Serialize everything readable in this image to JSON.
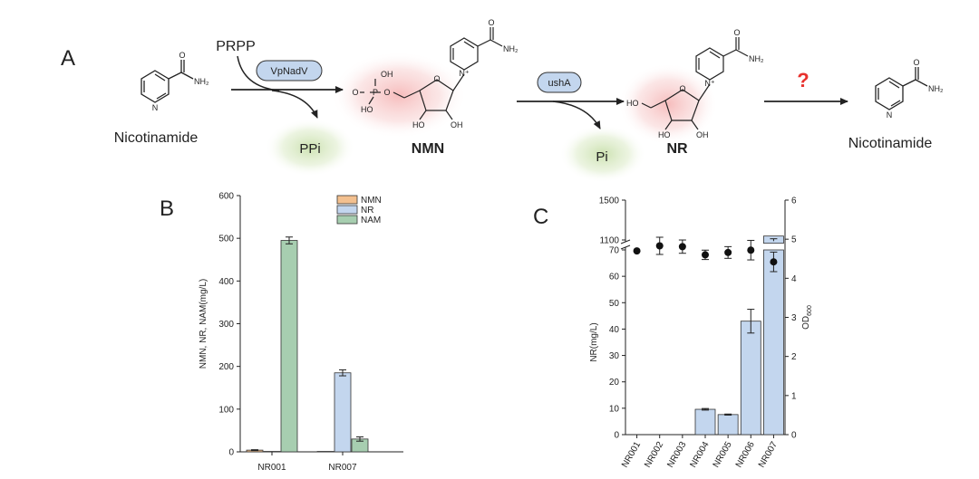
{
  "panel_a": {
    "label": "A",
    "prpp": "PRPP",
    "enzyme1": "VpNadV",
    "enzyme2": "ushA",
    "unknown": "?",
    "nicotinamide": "Nicotinamide",
    "ppi": "PPi",
    "pi": "Pi",
    "nmn": "NMN",
    "nr": "NR",
    "nicotinamide2": "Nicotinamide",
    "atoms": {
      "n": "N",
      "o": "O",
      "oh": "OH",
      "ho": "HO",
      "nh2": "NH₂",
      "nplus": "N⁺",
      "p": "P"
    }
  },
  "colors": {
    "nmn": "#f3c08f",
    "nr": "#c3d6ee",
    "nam": "#a7ceb0",
    "enzyme": "#c3d6ee",
    "question": "#e8322e",
    "glow_red": "#f6b9b9",
    "glow_green": "#cfe3b4"
  },
  "chart_data": [
    {
      "panel": "B",
      "type": "bar",
      "categories": [
        "NR001",
        "NR007"
      ],
      "series": [
        {
          "name": "NMN",
          "values": [
            4,
            1
          ],
          "errors": [
            1,
            0
          ]
        },
        {
          "name": "NR",
          "values": [
            1,
            185
          ],
          "errors": [
            0,
            7
          ]
        },
        {
          "name": "NAM",
          "values": [
            495,
            30
          ],
          "errors": [
            8,
            5
          ]
        }
      ],
      "ylabel": "NMN, NR, NAM(mg/L)",
      "ylim": [
        0,
        600
      ],
      "yticks": [
        "0",
        "100",
        "200",
        "300",
        "400",
        "500",
        "600"
      ],
      "legend": "top-right",
      "grid": false
    },
    {
      "panel": "C",
      "type": "bar",
      "categories": [
        "NR001",
        "NR002",
        "NR003",
        "NR004",
        "NR005",
        "NR006",
        "NR007"
      ],
      "bars": {
        "name": "NR",
        "values": [
          0,
          0,
          0,
          9.6,
          7.6,
          43,
          1100
        ],
        "errors": [
          0,
          0,
          0,
          0.3,
          0.2,
          4.5,
          12
        ]
      },
      "points": {
        "name": "OD600",
        "values": [
          4.7,
          4.83,
          4.81,
          4.6,
          4.66,
          4.72,
          4.42
        ],
        "errors": [
          0,
          0.22,
          0.17,
          0.12,
          0.15,
          0.25,
          0.25
        ]
      },
      "ylabel": "NR(mg/L)",
      "ylabel2_main": "OD",
      "ylabel2_sub": "600",
      "ylim_lower": [
        0,
        70
      ],
      "ylim_upper": [
        1100,
        1500
      ],
      "yticks_lower": [
        "0",
        "10",
        "20",
        "30",
        "40",
        "50",
        "60",
        "70"
      ],
      "yticks_upper": [
        "1100",
        "1500"
      ],
      "y2lim": [
        0,
        6
      ],
      "y2ticks": [
        "0",
        "1",
        "2",
        "3",
        "4",
        "5",
        "6"
      ],
      "grid": false
    }
  ]
}
